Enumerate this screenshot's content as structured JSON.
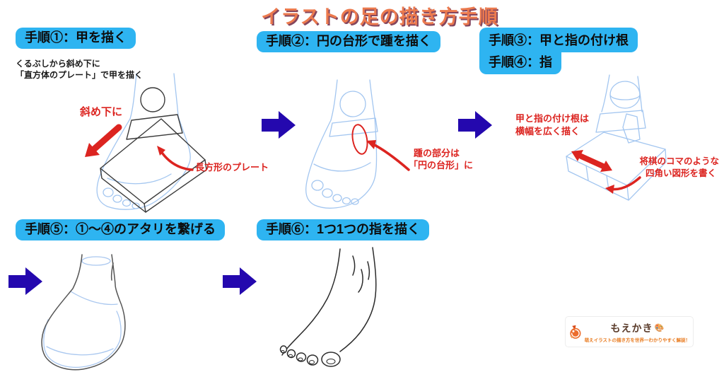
{
  "title": "イラストの足の描き方手順",
  "steps": {
    "s1": {
      "header": "手順①：甲を描く",
      "note_line1": "くるぶしから斜め下に",
      "note_line2": "「直方体のプレート」で甲を描く",
      "ann_diagonal": "斜め下に",
      "ann_plate": "長方形のプレート"
    },
    "s2": {
      "header": "手順②：円の台形で踵を描く",
      "ann_heel_line1": "踵の部分は",
      "ann_heel_line2": "「円の台形」に"
    },
    "s34": {
      "header_line1": "手順③：甲と指の付け根",
      "header_line2": "手順④：指",
      "ann_width_line1": "甲と指の付け根は",
      "ann_width_line2": "横幅を広く描く",
      "ann_shogi_line1": "将棋のコマのような",
      "ann_shogi_line2": "四角い図形を書く"
    },
    "s5": {
      "header": "手順⑤：①～④のアタリを繋げる"
    },
    "s6": {
      "header": "手順⑥：1つ1つの指を描く"
    }
  },
  "logo": {
    "brand": "もえかき",
    "palette_icon": "🎨",
    "tagline": "萌えイラストの描き方を世界一わかりやすく解説！"
  },
  "colors": {
    "title_text": "#EC7A4E",
    "title_shadow": "#84465E",
    "step_header_bg": "#2EB4F1",
    "step_header_text": "#0D0D0D",
    "flow_arrow_blue": "#2408AE",
    "annotation_red": "#DC2420",
    "sketch_blue": "#A3C6F0",
    "sketch_black": "#3A3A3A",
    "logo_orange": "#EC6D2D",
    "logo_text_brown": "#5A3B2A",
    "logo_tagline_orange": "#E87A1E"
  }
}
